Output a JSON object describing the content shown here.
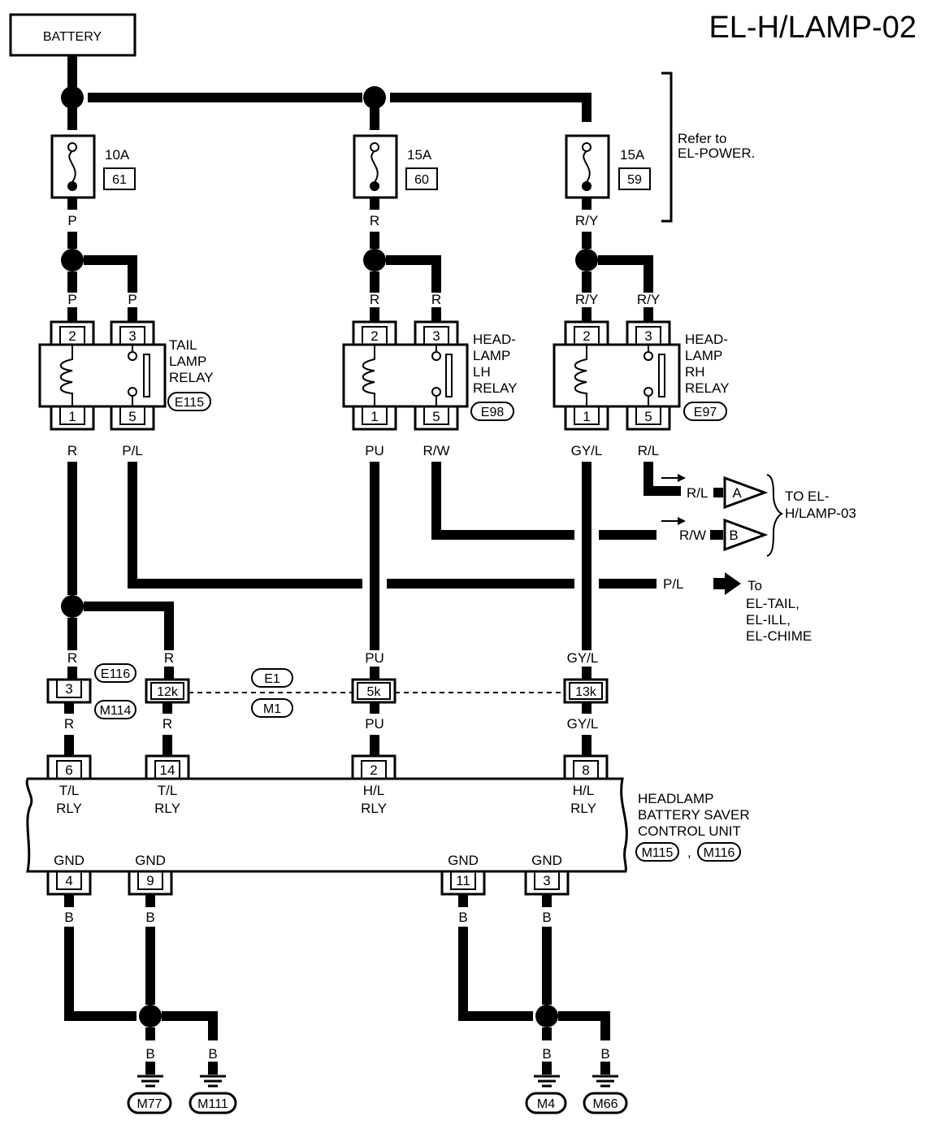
{
  "page_title": "EL-H/LAMP-02",
  "battery_label": "BATTERY",
  "refer_note": [
    "Refer to",
    "EL-POWER."
  ],
  "fuses": [
    {
      "rating": "10A",
      "number": "61",
      "wire": "P"
    },
    {
      "rating": "15A",
      "number": "60",
      "wire": "R"
    },
    {
      "rating": "15A",
      "number": "59",
      "wire": "R/Y"
    }
  ],
  "relays": [
    {
      "name": [
        "TAIL",
        "LAMP",
        "RELAY"
      ],
      "connector": "E115",
      "pins": {
        "p2": "2",
        "p3": "3",
        "p1": "1",
        "p5": "5"
      },
      "wires": {
        "in2": "P",
        "in3": "P",
        "out1": "R",
        "out5": "P/L"
      }
    },
    {
      "name": [
        "HEAD-",
        "LAMP",
        "LH",
        "RELAY"
      ],
      "connector": "E98",
      "pins": {
        "p2": "2",
        "p3": "3",
        "p1": "1",
        "p5": "5"
      },
      "wires": {
        "in2": "R",
        "in3": "R",
        "out1": "PU",
        "out5": "R/W"
      }
    },
    {
      "name": [
        "HEAD-",
        "LAMP",
        "RH",
        "RELAY"
      ],
      "connector": "E97",
      "pins": {
        "p2": "2",
        "p3": "3",
        "p1": "1",
        "p5": "5"
      },
      "wires": {
        "in2": "R/Y",
        "in3": "R/Y",
        "out1": "GY/L",
        "out5": "R/L"
      }
    }
  ],
  "to_lamp03": {
    "a_wire": "R/L",
    "a_label": "A",
    "b_wire": "R/W",
    "b_label": "B",
    "note": [
      "TO EL-",
      "H/LAMP-03"
    ]
  },
  "to_tail": {
    "wire": "P/L",
    "note": [
      "To",
      "EL-TAIL,",
      "EL-ILL,",
      "EL-CHIME"
    ]
  },
  "joint_connectors": {
    "e116": "E116",
    "m114": "M114",
    "e1": "E1",
    "m1": "M1",
    "pins": [
      "3",
      "12k",
      "5k",
      "13k"
    ],
    "wires_top": [
      "R",
      "R",
      "PU",
      "GY/L"
    ],
    "wires_bottom": [
      "R",
      "R",
      "PU",
      "GY/L"
    ]
  },
  "control_unit": {
    "name": [
      "HEADLAMP",
      "BATTERY SAVER",
      "CONTROL UNIT"
    ],
    "connectors": [
      "M115",
      "M116"
    ],
    "separator": ",",
    "top_pins": [
      {
        "pin": "6",
        "label": [
          "T/L",
          "RLY"
        ]
      },
      {
        "pin": "14",
        "label": [
          "T/L",
          "RLY"
        ]
      },
      {
        "pin": "2",
        "label": [
          "H/L",
          "RLY"
        ]
      },
      {
        "pin": "8",
        "label": [
          "H/L",
          "RLY"
        ]
      }
    ],
    "gnd_pins": [
      {
        "pin": "4",
        "label": "GND",
        "wire": "B"
      },
      {
        "pin": "9",
        "label": "GND",
        "wire": "B"
      },
      {
        "pin": "11",
        "label": "GND",
        "wire": "B"
      },
      {
        "pin": "3",
        "label": "GND",
        "wire": "B"
      }
    ]
  },
  "grounds": [
    {
      "wire": "B",
      "label": "M77"
    },
    {
      "wire": "B",
      "label": "M111"
    },
    {
      "wire": "B",
      "label": "M4"
    },
    {
      "wire": "B",
      "label": "M66"
    }
  ]
}
